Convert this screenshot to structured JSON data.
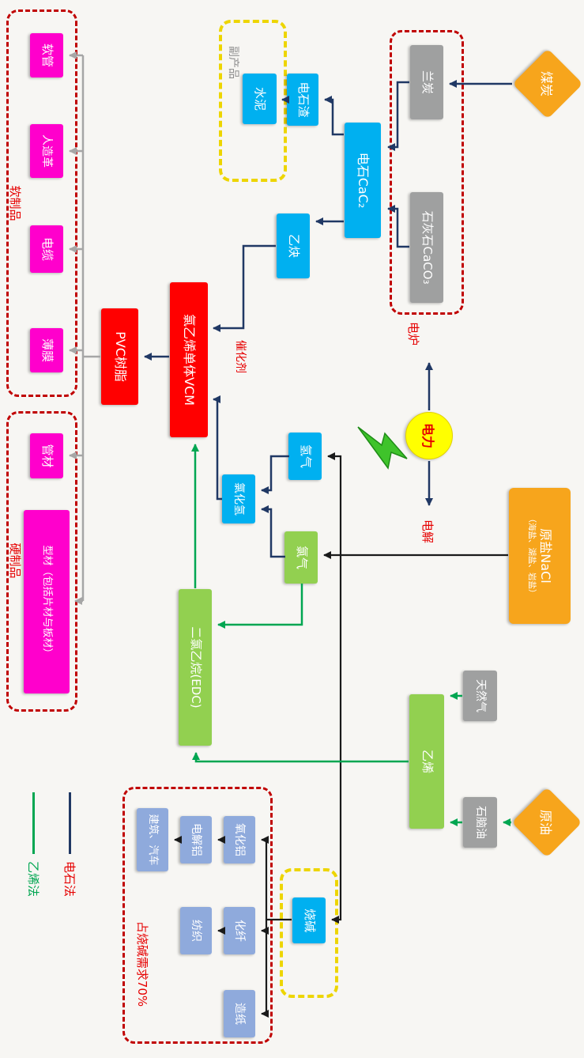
{
  "palette": {
    "cyan_box": "#00B0F0",
    "gray_box": "#9FA0A0",
    "green_box": "#92D050",
    "red_box": "#FF0000",
    "magenta_box": "#FF00CC",
    "periwinkle_box": "#8FAADC",
    "orange_box": "#F7A51C",
    "power_yellow": "#FFFF00",
    "carbide_route_line": "#203864",
    "ethylene_route_line": "#00A651",
    "product_line": "#A6A6A6",
    "electrolysis_line": "#1A1A1A",
    "red_dashed_border": "#C00000",
    "yellow_dashed_border": "#EDD500",
    "red_label": "#E60000"
  },
  "nodes": {
    "coal": {
      "label": "煤炭"
    },
    "semi_coke": {
      "label": "兰炭"
    },
    "limestone": {
      "label": "石灰石CaCO₃"
    },
    "carbide": {
      "label": "电石CaC₂"
    },
    "carbide_slag": {
      "label": "电石渣"
    },
    "cement": {
      "label": "水泥"
    },
    "acetylene": {
      "label": "乙炔"
    },
    "vcm": {
      "label": "氯乙烯单体VCM"
    },
    "pvc": {
      "label": "PVC树脂"
    },
    "power": {
      "label": "电力"
    },
    "hydrogen": {
      "label": "氢气"
    },
    "chlorine": {
      "label": "氯气"
    },
    "hcl": {
      "label": "氯化氢"
    },
    "raw_salt": {
      "label": "原盐NaCl",
      "sublabel": "（海盐、湖盐、岩盐）"
    },
    "edc": {
      "label": "二氯乙烷(EDC)"
    },
    "ethylene": {
      "label": "乙烯"
    },
    "natural_gas": {
      "label": "天然气"
    },
    "naphtha": {
      "label": "石脑油"
    },
    "crude_oil": {
      "label": "原油"
    },
    "caustic_soda": {
      "label": "烧碱"
    },
    "alumina": {
      "label": "氧化铝"
    },
    "electrolytic_aluminum": {
      "label": "电解铝"
    },
    "construction_auto": {
      "label": "建筑、汽车"
    },
    "chemical_fiber": {
      "label": "化纤"
    },
    "textile": {
      "label": "纺织"
    },
    "paper": {
      "label": "造纸"
    },
    "hose": {
      "label": "软管"
    },
    "artificial_leather": {
      "label": "人造革"
    },
    "cable": {
      "label": "电缆"
    },
    "film": {
      "label": "薄膜"
    },
    "pipe": {
      "label": "管材"
    },
    "profile": {
      "label": "型材（包括片材与板材）"
    }
  },
  "labels": {
    "byproduct": "副产品",
    "electric_furnace": "电炉",
    "electrolysis": "电解",
    "catalyst": "催化剂",
    "soft_products": "软制品",
    "hard_products": "硬制品",
    "caustic_demand": "占烧碱需求70%"
  },
  "legend": {
    "carbide": "电石法",
    "ethylene": "乙烯法"
  }
}
